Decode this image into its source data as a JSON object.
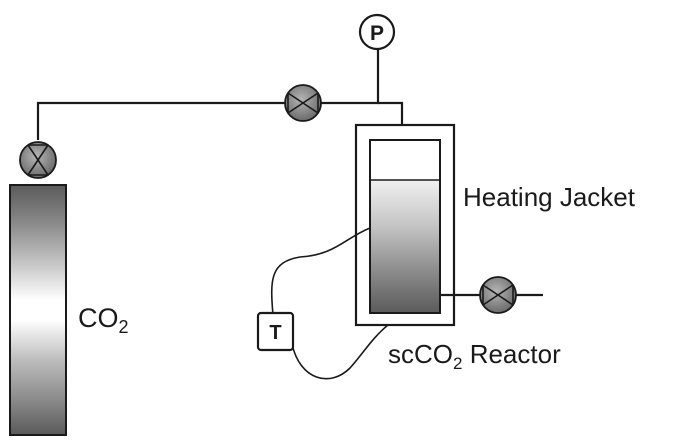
{
  "labels": {
    "co2_base": "CO",
    "co2_sub": "2",
    "heating_jacket": "Heating Jacket",
    "reactor_prefix": "scCO",
    "reactor_sub": "2",
    "reactor_suffix": " Reactor",
    "pressure_symbol": "P",
    "temperature_symbol": "T"
  },
  "colors": {
    "line": "#1a1a1a",
    "valve_fill": "#8a8a8a",
    "cylinder_dark": "#555555",
    "cylinder_light": "#ffffff"
  },
  "icons": {
    "valve": "valve-icon",
    "pressure_gauge": "pressure-gauge-icon",
    "thermocouple": "thermocouple-icon"
  }
}
